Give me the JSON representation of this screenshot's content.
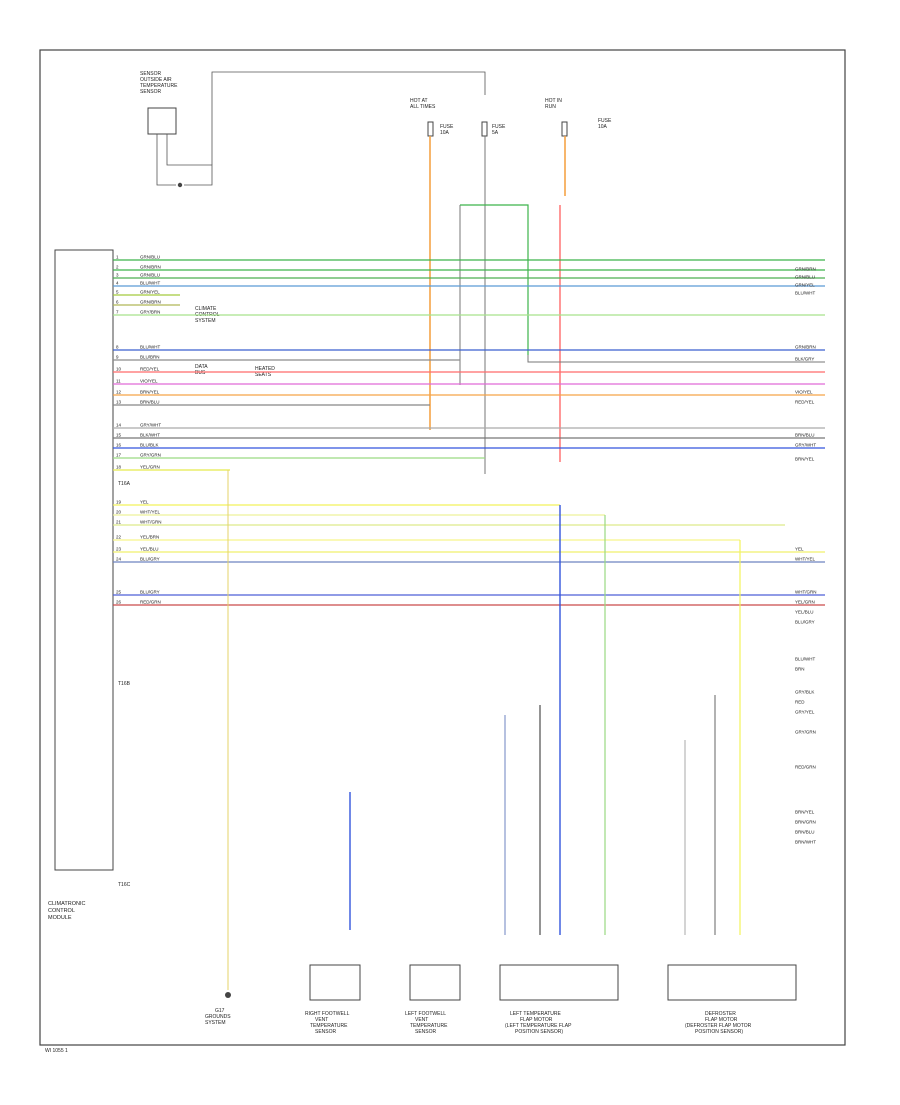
{
  "diagram": {
    "footer_code": "WI 1055 1"
  },
  "module": {
    "name_lines": [
      "CLIMATRONIC",
      "CONTROL",
      "MODULE"
    ],
    "connector_labels": [
      "T16A",
      "T16B",
      "T16C"
    ]
  },
  "top_components": [
    {
      "id": "ambient-sensor",
      "lines": [
        "SENSOR",
        "OUTSIDE AIR",
        "TEMPERATURE",
        "SENSOR"
      ]
    },
    {
      "id": "hot-at-all-times",
      "lines": [
        "HOT AT",
        "ALL TIMES"
      ]
    },
    {
      "id": "hot-in-run",
      "lines": [
        "HOT IN",
        "RUN"
      ]
    }
  ],
  "fuses": [
    {
      "id": "fuse-1",
      "label": "FUSE",
      "rating": "10A"
    },
    {
      "id": "fuse-2",
      "label": "FUSE",
      "rating": "5A"
    },
    {
      "id": "fuse-3",
      "label": "FUSE",
      "rating": "10A"
    }
  ],
  "left_notes": [
    {
      "id": "note-climate",
      "lines": [
        "CLIMATE",
        "CONTROL",
        "SYSTEM"
      ]
    },
    {
      "id": "note-data-bus",
      "lines": [
        "DATA",
        "BUS"
      ]
    },
    {
      "id": "note-heated-seats",
      "lines": [
        "HEATED",
        "SEATS"
      ]
    }
  ],
  "wires": [
    {
      "label": "GRN/BLU",
      "pin": "1",
      "color": "#3cb44b"
    },
    {
      "label": "GRN/BRN",
      "pin": "2",
      "color": "#3cb44b"
    },
    {
      "label": "GRN/BLU",
      "pin": "3",
      "color": "#4caf50"
    },
    {
      "label": "BLU/WHT",
      "pin": "4",
      "color": "#5b9bd5"
    },
    {
      "label": "GRN/YEL",
      "pin": "5",
      "color": "#a5c93d"
    },
    {
      "label": "GRN/BRN",
      "pin": "6",
      "color": "#b0b858"
    },
    {
      "label": "GRY/BRN",
      "pin": "7",
      "color": "#a7e28c"
    },
    {
      "label": "BLU/WHT",
      "pin": "8",
      "color": "#3a5fcf"
    },
    {
      "label": "BLU/BRN",
      "pin": "9",
      "color": "#8c8c8c"
    },
    {
      "label": "RED/YEL",
      "pin": "10",
      "color": "#ff6b6b"
    },
    {
      "label": "VIO/YEL",
      "pin": "11",
      "color": "#e06bd8"
    },
    {
      "label": "BRN/YEL",
      "pin": "12",
      "color": "#f5a347"
    },
    {
      "label": "BRN/BLU",
      "pin": "13",
      "color": "#888888"
    },
    {
      "label": "GRY/WHT",
      "pin": "14",
      "color": "#aaaaaa"
    },
    {
      "label": "BLK/WHT",
      "pin": "15",
      "color": "#777777"
    },
    {
      "label": "BLU/BLK",
      "pin": "16",
      "color": "#3355dd"
    },
    {
      "label": "GRY/GRN",
      "pin": "17",
      "color": "#9ad982"
    },
    {
      "label": "YEL/GRN",
      "pin": "18",
      "color": "#e5ea4c"
    },
    {
      "label": "YEL",
      "pin": "19",
      "color": "#f2f25a"
    },
    {
      "label": "WHT/YEL",
      "pin": "20",
      "color": "#eef29a"
    },
    {
      "label": "WHT/GRN",
      "pin": "21",
      "color": "#dde98b"
    },
    {
      "label": "YEL/BRN",
      "pin": "22",
      "color": "#f6f58a"
    },
    {
      "label": "YEL/BLU",
      "pin": "23",
      "color": "#f0f06c"
    },
    {
      "label": "BLU/GRY",
      "pin": "24",
      "color": "#6d83c0"
    },
    {
      "label": "BLU/GRY",
      "pin": "25",
      "color": "#4e5fd8"
    },
    {
      "label": "RED/GRN",
      "pin": "26",
      "color": "#c94a4a"
    }
  ],
  "right_labels": [
    "GRN/BRN",
    "GRN/BLU",
    "GRN/YEL",
    "BLU/WHT",
    "GRN/BRN",
    "BLK/GRY",
    "VIO/YEL",
    "RED/YEL",
    "BRN/BLU",
    "GRY/WHT",
    "BRN/YEL",
    "YEL",
    "WHT/YEL",
    "WHT/GRN",
    "YEL/GRN",
    "YEL/BLU",
    "BLU/GRY",
    "BLU/WHT",
    "BRN",
    "GRY/BLK",
    "RED",
    "GRY/YEL",
    "GRY/GRN",
    "RED/GRN",
    "BRN/YEL",
    "BRN/GRN",
    "BRN/BLU",
    "BRN/WHT"
  ],
  "bottom_components": [
    {
      "id": "grounds",
      "lines": [
        "G17",
        "GROUNDS",
        "SYSTEM"
      ]
    },
    {
      "id": "right-temp-sensor",
      "lines": [
        "RIGHT FOOTWELL",
        "VENT",
        "TEMPERATURE",
        "SENSOR"
      ]
    },
    {
      "id": "left-temp-sensor",
      "lines": [
        "LEFT FOOTWELL",
        "VENT",
        "TEMPERATURE",
        "SENSOR"
      ]
    },
    {
      "id": "left-temp-motor",
      "lines": [
        "LEFT TEMPERATURE",
        "FLAP MOTOR",
        "(LEFT TEMPERATURE FLAP",
        "POSITION SENSOR)"
      ]
    },
    {
      "id": "defroster-motor",
      "lines": [
        "DEFROSTER",
        "FLAP MOTOR",
        "(DEFROSTER FLAP MOTOR",
        "POSITION SENSOR)"
      ]
    }
  ]
}
